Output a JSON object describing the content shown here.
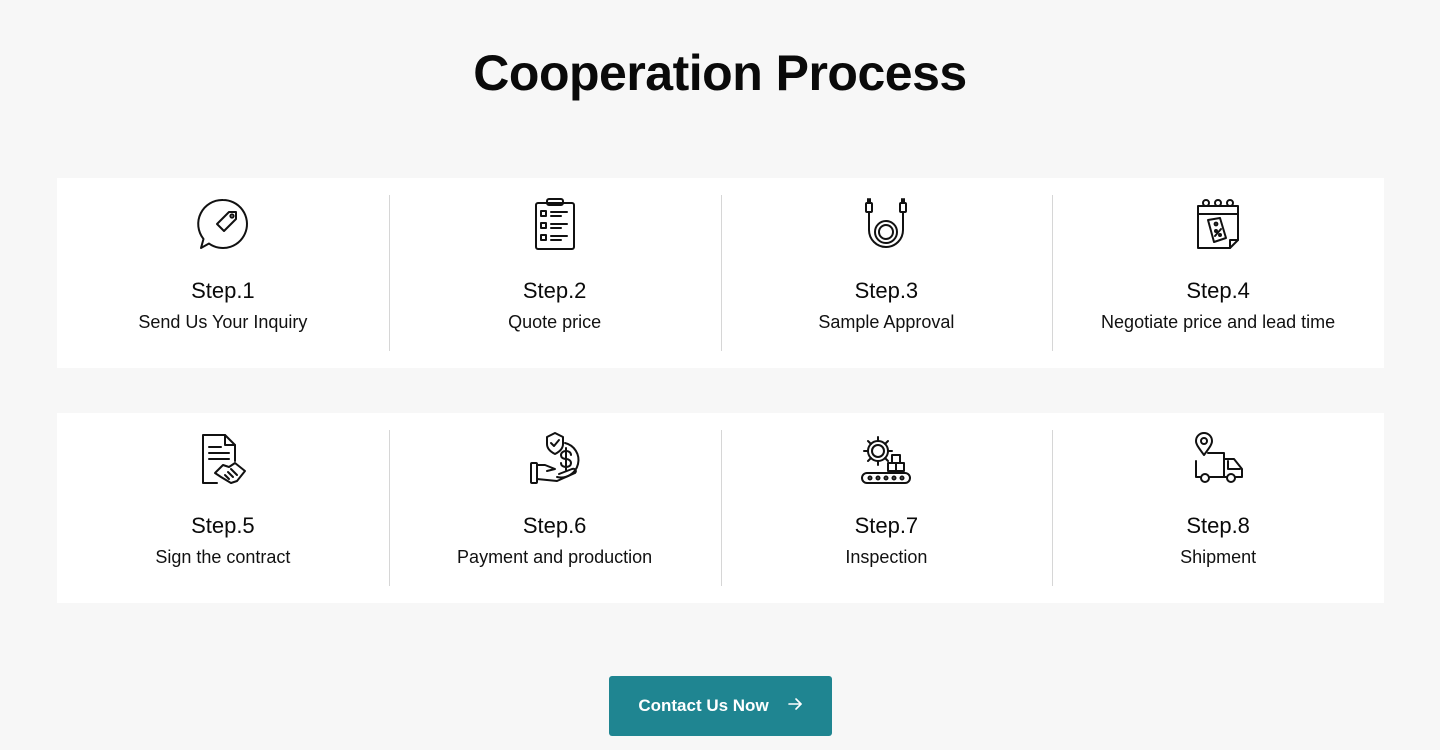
{
  "section": {
    "title": "Cooperation Process"
  },
  "steps": [
    {
      "title": "Step.1",
      "description": "Send Us Your Inquiry",
      "icon": "price-tag-chat-icon"
    },
    {
      "title": "Step.2",
      "description": "Quote price",
      "icon": "clipboard-checklist-icon"
    },
    {
      "title": "Step.3",
      "description": "Sample Approval",
      "icon": "cable-sample-icon"
    },
    {
      "title": "Step.4",
      "description": "Negotiate price and lead time",
      "icon": "calendar-price-tag-icon"
    },
    {
      "title": "Step.5",
      "description": "Sign the contract",
      "icon": "contract-handshake-icon"
    },
    {
      "title": "Step.6",
      "description": "Payment and production",
      "icon": "hand-money-shield-icon"
    },
    {
      "title": "Step.7",
      "description": "Inspection",
      "icon": "gear-conveyor-icon"
    },
    {
      "title": "Step.8",
      "description": "Shipment",
      "icon": "delivery-truck-location-icon"
    }
  ],
  "cta": {
    "label": "Contact Us Now",
    "icon": "arrow-right-icon",
    "color": "#1f8591"
  },
  "colors": {
    "background": "#f7f7f7",
    "card": "#ffffff",
    "divider": "#d6d6d6",
    "text": "#111111"
  }
}
